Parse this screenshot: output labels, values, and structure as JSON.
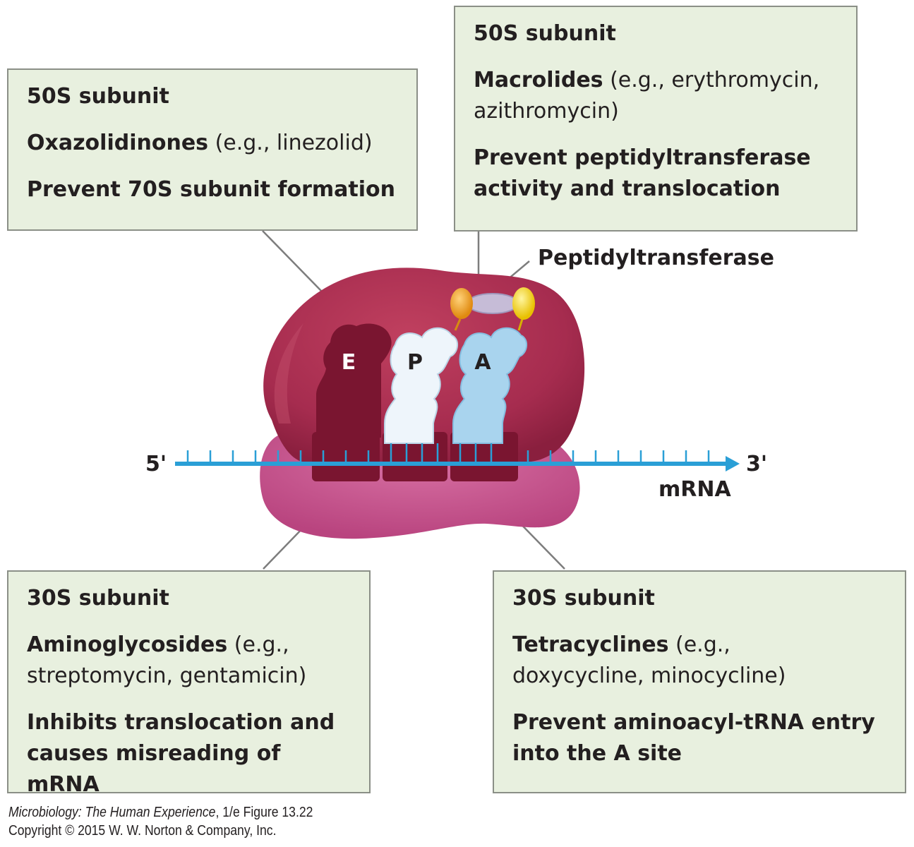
{
  "boxes": {
    "top_left": {
      "subunit": "50S subunit",
      "drug": "Oxazolidinones",
      "examples": " (e.g., linezolid)",
      "action": "Prevent 70S subunit formation"
    },
    "top_right": {
      "subunit": "50S subunit",
      "drug": "Macrolides",
      "examples_1": " (e.g., erythromycin,",
      "examples_2": "azithromycin)",
      "action_1": "Prevent peptidyltransferase",
      "action_2": "activity and translocation"
    },
    "bottom_left": {
      "subunit": "30S subunit",
      "drug": "Aminoglycosides",
      "examples_1": " (e.g.,",
      "examples_2": "streptomycin, gentamicin)",
      "action_1": "Inhibits translocation and",
      "action_2": "causes misreading of mRNA"
    },
    "bottom_right": {
      "subunit": "30S subunit",
      "drug": "Tetracyclines",
      "examples_1": " (e.g.,",
      "examples_2": "doxycycline, minocycline)",
      "action_1": "Prevent aminoacyl-tRNA entry",
      "action_2": "into the A site"
    }
  },
  "labels": {
    "peptidyltransferase": "Peptidyltransferase",
    "five_prime": "5'",
    "three_prime": "3'",
    "mrna": "mRNA",
    "site_e": "E",
    "site_p": "P",
    "site_a": "A"
  },
  "credit": {
    "book": "Microbiology: The Human Experience",
    "edition_figure": ", 1/e   Figure 13.22",
    "copyright": "Copyright © 2015 W. W. Norton & Company, Inc."
  },
  "colors": {
    "large_subunit": "#a62c4f",
    "small_subunit": "#c7568f",
    "site_dark": "#7a1530",
    "trna_p": "#eef5fb",
    "trna_a": "#a9d4ee",
    "mrna": "#2a9fd6",
    "box_fill": "#e8f0df",
    "box_border": "#8b8f87",
    "amino_orange": "#f0a21e",
    "amino_yellow": "#f7d51a"
  }
}
